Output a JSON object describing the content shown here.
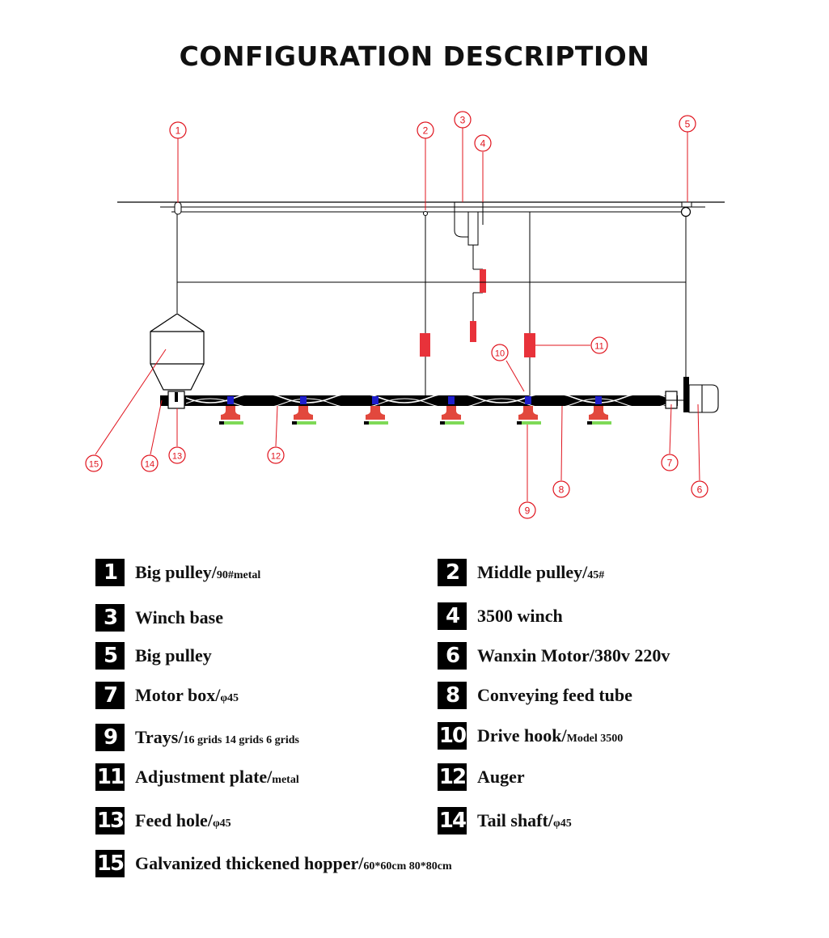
{
  "title": "CONFIGURATION DESCRIPTION",
  "colors": {
    "callout": "#e0141e",
    "plate": "#e8323a",
    "tray": "#e2483d",
    "tray_base": "#7ed957",
    "tray_cap": "#1e1ecc",
    "line": "#000000"
  },
  "callouts": [
    "1",
    "2",
    "3",
    "4",
    "5",
    "6",
    "7",
    "8",
    "9",
    "10",
    "11",
    "12",
    "13",
    "14",
    "15"
  ],
  "legend": [
    {
      "num": "1",
      "label": "Big pulley/",
      "sub": "90#metal"
    },
    {
      "num": "2",
      "label": "Middle pulley/",
      "sub": "45#"
    },
    {
      "num": "3",
      "label": "Winch base",
      "sub": ""
    },
    {
      "num": "4",
      "label": "3500 winch",
      "sub": ""
    },
    {
      "num": "5",
      "label": "Big pulley",
      "sub": ""
    },
    {
      "num": "6",
      "label": "Wanxin Motor/380v 220v",
      "sub": ""
    },
    {
      "num": "7",
      "label": "Motor box/",
      "sub": "φ45"
    },
    {
      "num": "8",
      "label": "Conveying feed tube",
      "sub": ""
    },
    {
      "num": "9",
      "label": "Trays/",
      "sub": "16 grids 14 grids 6 grids"
    },
    {
      "num": "10",
      "label": "Drive hook/",
      "sub": "Model 3500"
    },
    {
      "num": "11",
      "label": "Adjustment plate/",
      "sub": "metal"
    },
    {
      "num": "12",
      "label": "Auger",
      "sub": ""
    },
    {
      "num": "13",
      "label": "Feed hole/",
      "sub": "φ45"
    },
    {
      "num": "14",
      "label": "Tail shaft/",
      "sub": "φ45"
    },
    {
      "num": "15",
      "label": "Galvanized thickened hopper/",
      "sub": "60*60cm 80*80cm"
    }
  ]
}
